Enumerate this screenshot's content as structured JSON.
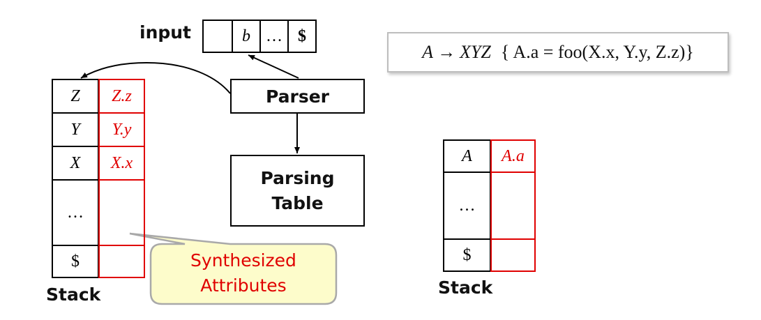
{
  "input": {
    "label": "input",
    "cells": [
      "",
      "b",
      "…",
      "$"
    ]
  },
  "production": {
    "lhs": "A",
    "arrow": "→",
    "rhs": "XYZ",
    "action": "{ A.a = foo(X.x, Y.y, Z.z)}"
  },
  "parser": {
    "label": "Parser"
  },
  "parsing_table": {
    "line1": "Parsing",
    "line2": "Table"
  },
  "left_stack": {
    "label": "Stack",
    "symbols": [
      "Z",
      "Y",
      "X",
      "…",
      "$"
    ],
    "attributes": [
      "Z.z",
      "Y.y",
      "X.x",
      "",
      ""
    ]
  },
  "right_stack": {
    "label": "Stack",
    "symbols": [
      "A",
      "…",
      "$"
    ],
    "attributes": [
      "A.a",
      "",
      ""
    ]
  },
  "callout": {
    "line1": "Synthesized",
    "line2": "Attributes"
  },
  "colors": {
    "attribute": "#e00000",
    "callout_fill": "#fdfccb",
    "callout_border": "#a9a9a9"
  }
}
